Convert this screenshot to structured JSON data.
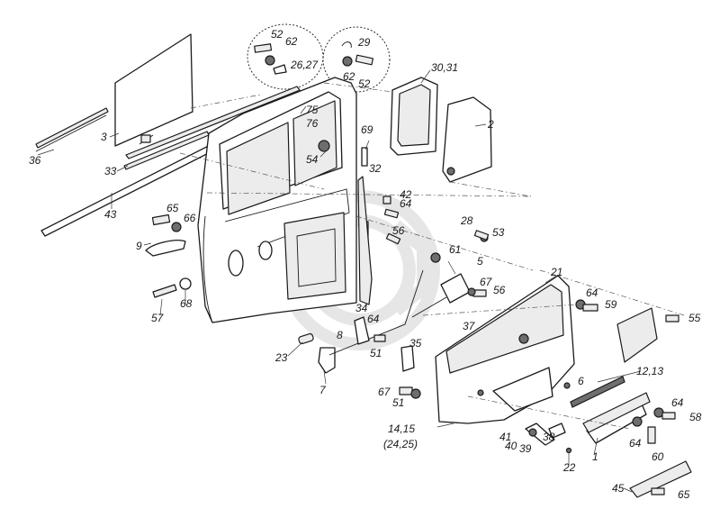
{
  "diagram": {
    "labels": {
      "l36": "36",
      "l3": "3",
      "l33": "33",
      "l43": "43",
      "l52a": "52",
      "l62a": "62",
      "l2627": "26,27",
      "l29": "29",
      "l62b": "62",
      "l52b": "52",
      "l3031": "30,31",
      "l2": "2",
      "l75": "75",
      "l76": "76",
      "l54": "54",
      "l69": "69",
      "l32": "32",
      "l42": "42",
      "l64a": "64",
      "l56a": "56",
      "l28": "28",
      "l53": "53",
      "l65a": "65",
      "l66": "66",
      "l9": "9",
      "l61": "61",
      "l5": "5",
      "l21": "21",
      "l67a": "67",
      "l56b": "56",
      "l64b": "64",
      "l59": "59",
      "l55": "55",
      "l57": "57",
      "l68": "68",
      "l34": "34",
      "l64c": "64",
      "l37": "37",
      "l8": "8",
      "l35": "35",
      "l51a": "51",
      "l23": "23",
      "l7": "7",
      "l6": "6",
      "l1213": "12,13",
      "l67b": "67",
      "l51b": "51",
      "l64d": "64",
      "l58": "58",
      "l1415": "14,15",
      "l2425": "(24,25)",
      "l41": "41",
      "l38": "38",
      "l40": "40",
      "l39": "39",
      "l64e": "64",
      "l60": "60",
      "l1": "1",
      "l22": "22",
      "l45": "45",
      "l65b": "65"
    }
  }
}
